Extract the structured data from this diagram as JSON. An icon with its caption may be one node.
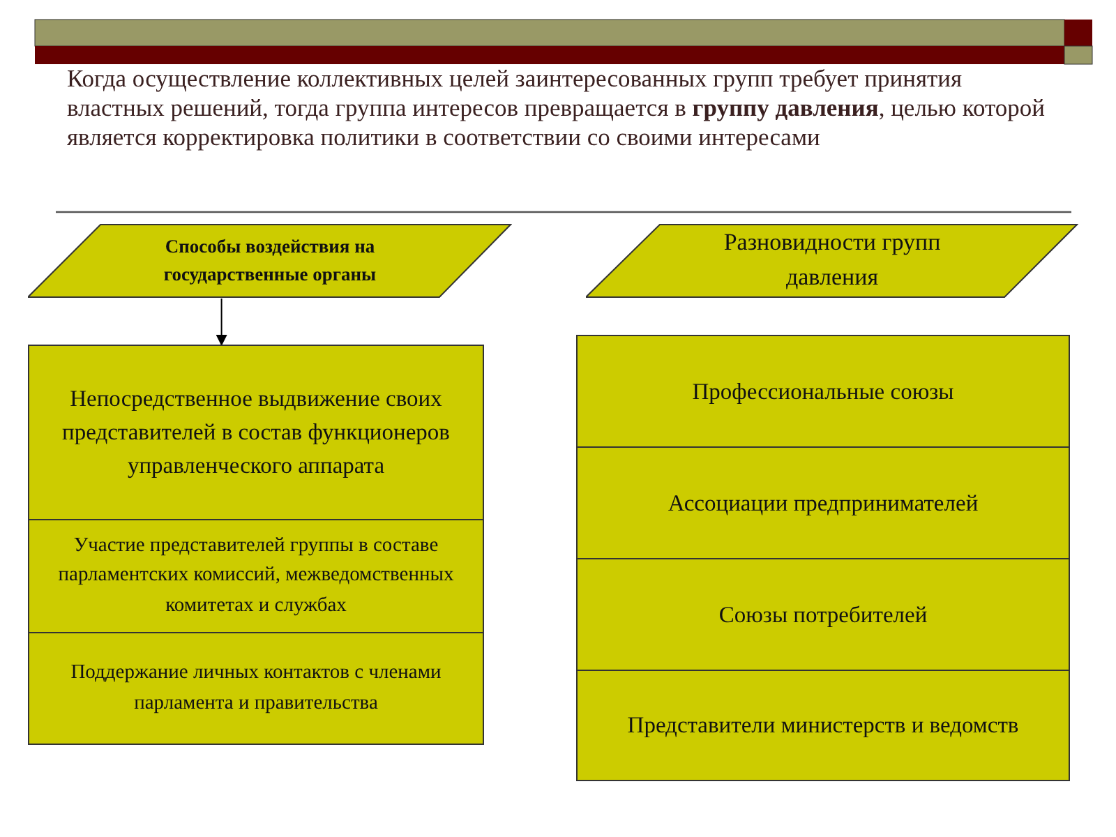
{
  "diagram": {
    "nodes": [
      {
        "text": [
          "Способы воздействия на государственные органы"
        ]
      },
      {
        "text": [
          "Непосредственное выдвижение своих представителей в состав функционеров управленческого аппарата"
        ]
      },
      {
        "text": [
          "Участие представителей группы в составе парламентских комиссий, межведомственных комитетах и службах"
        ]
      },
      {
        "text": [
          "Поддержание личных контактов с членами парламента и правительства"
        ]
      },
      {
        "text": [
          "Разновидности групп давления"
        ]
      },
      {
        "text": [
          "Профессиональные союзы"
        ]
      },
      {
        "text": [
          "Ассоциации предпринимателей"
        ]
      },
      {
        "text": [
          "Союзы потребителей"
        ]
      },
      {
        "text": [
          "Представители министерств и ведомств"
        ]
      }
    ],
    "edges": [
      {
        "from": 0,
        "to": 1,
        "arrow": "to"
      }
    ],
    "labels": [
      "Когда осуществление коллективных целей заинтересованных групп требует принятия властных решений, тогда группа интересов превращается в **группу давления**, целью которой является корректировка политики в соответствии со своими интересами"
    ]
  }
}
